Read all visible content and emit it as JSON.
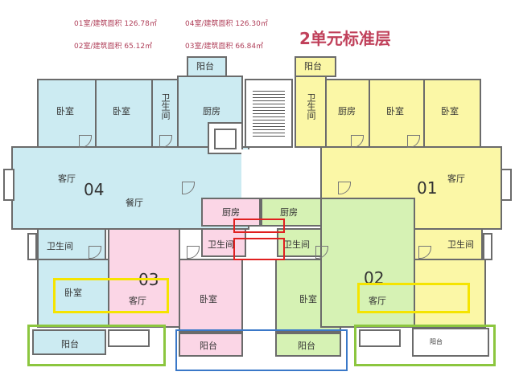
{
  "header": {
    "title": "2单元标准层",
    "legend": [
      "01室/建筑面积 126.78㎡",
      "04室/建筑面积 126.30㎡",
      "02室/建筑面积 65.12㎡",
      "03室/建筑面积 66.84㎡"
    ]
  },
  "units": {
    "u01": "01",
    "u02": "02",
    "u03": "03",
    "u04": "04"
  },
  "rooms": {
    "balcony": "阳台",
    "bedroom": "卧室",
    "kitchen": "厨房",
    "bath_short": "卫生间",
    "living": "客厅",
    "dining": "餐厅",
    "balcony_small": "阳台"
  },
  "highlights": {
    "yellow": "#f5e400",
    "red": "#e02020",
    "blue": "#3a78c8",
    "green": "#8cc63f"
  }
}
